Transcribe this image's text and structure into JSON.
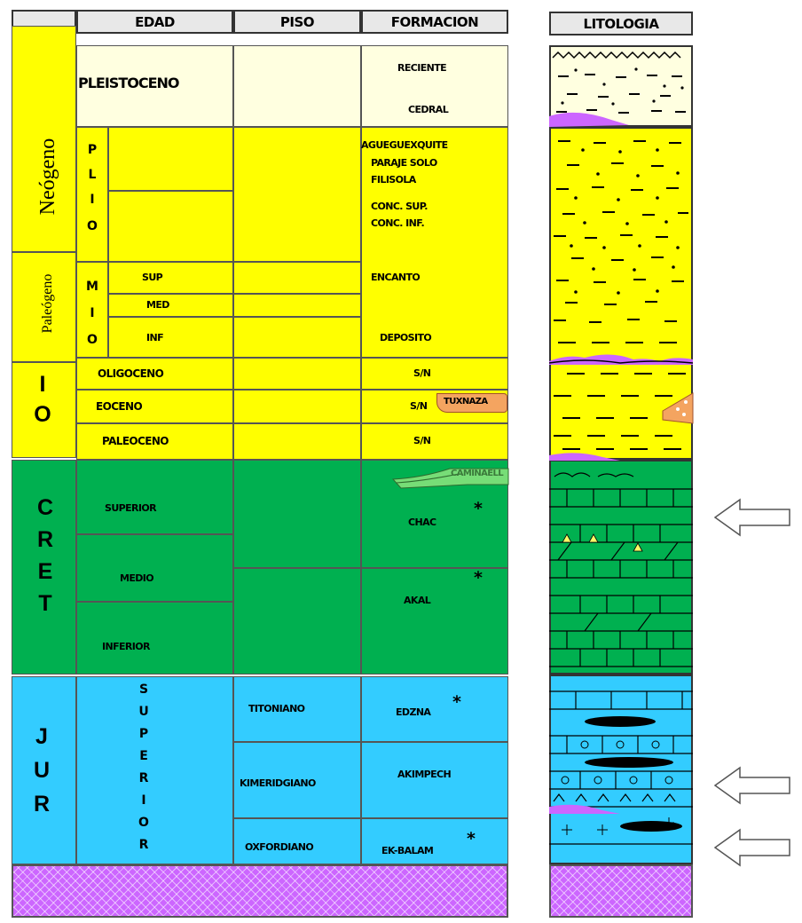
{
  "headers": {
    "edad": "EDAD",
    "piso": "PISO",
    "formacion": "FORMACION",
    "litologia": "LITOLOGIA"
  },
  "eras": {
    "neogeno": "Neógeno",
    "paleogeno": "Paleógeno",
    "terciario_letters": [
      "I",
      "O"
    ],
    "cretacico_letters": [
      "C",
      "R",
      "E",
      "T"
    ],
    "jurasico_letters": [
      "J",
      "U",
      "R"
    ]
  },
  "epochs": {
    "pleistoceno": "PLEISTOCENO",
    "plio_letters": [
      "P",
      "L",
      "I",
      "O"
    ],
    "mio_letters": [
      "M",
      "I",
      "O"
    ],
    "mio_sub": [
      "SUP",
      "MED",
      "INF"
    ],
    "oligoceno": "OLIGOCENO",
    "eoceno": "EOCENO",
    "paleoceno": "PALEOCENO",
    "cret_sub": [
      "SUPERIOR",
      "MEDIO",
      "INFERIOR"
    ],
    "superior_letters": [
      "S",
      "U",
      "P",
      "E",
      "R",
      "I",
      "O",
      "R"
    ]
  },
  "pisos": [
    "TITONIANO",
    "KIMERIDGIANO",
    "OXFORDIANO"
  ],
  "formaciones": {
    "reciente": "RECIENTE",
    "cedral": "CEDRAL",
    "agueguexquite": "AGUEGUEXQUITE",
    "paraje_solo": "PARAJE SOLO",
    "filisola": "FILISOLA",
    "conc_sup": "CONC. SUP.",
    "conc_inf": "CONC. INF.",
    "encanto": "ENCANTO",
    "deposito": "DEPOSITO",
    "sn1": "S/N",
    "sn2": "S/N",
    "sn3": "S/N",
    "tuxnaza": "TUXNAZA",
    "caminaell": "CAMINAELL",
    "chac": "CHAC",
    "akal": "AKAL",
    "edzna": "EDZNA",
    "akimpech": "AKIMPECH",
    "ekbalam": "EK-BALAM",
    "star": "*"
  },
  "colors": {
    "yellow": "#ffff00",
    "cream": "#ffffe0",
    "green": "#00b050",
    "blue": "#33ccff",
    "basement": "#cc66ff"
  },
  "markers": [
    "arrow-left-icon",
    "arrow-left-icon",
    "arrow-left-icon"
  ]
}
